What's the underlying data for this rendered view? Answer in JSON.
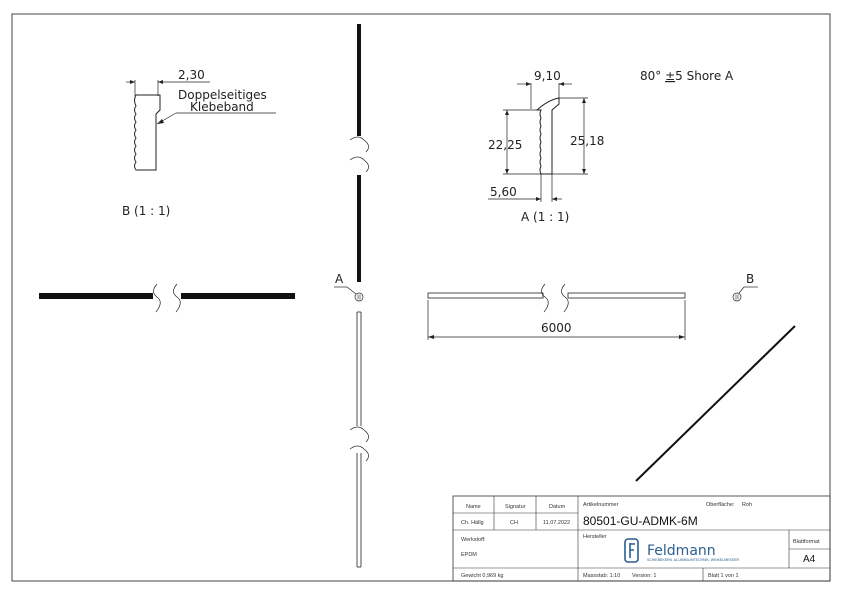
{
  "views": {
    "detail_b": {
      "dimension": "2,30",
      "note_line1": "Doppelseitiges",
      "note_line2": "Klebeband",
      "label": "B (1 : 1)"
    },
    "detail_a": {
      "dim_top": "9,10",
      "dim_left": "22,25",
      "dim_right": "25,18",
      "dim_bottom": "5,60",
      "label": "A (1 : 1)",
      "hardness": "80° ",
      "hardness_pm": "±",
      "hardness_rest": "5 Shore A"
    },
    "marker_a": "A",
    "marker_b": "B",
    "length": "6000"
  },
  "title_block": {
    "col_name": "Name",
    "col_signature": "Signatur",
    "col_date": "Datum",
    "name_value": "Ch. Hällg",
    "signature_value": "CH",
    "date_value": "11.07.2022",
    "article_label": "Artikelnummer",
    "surface_label": "Oberfläche:",
    "surface_value": "Roh",
    "article_number": "80501-GU-ADMK-6M",
    "material_label": "Werkstoff:",
    "material_value": "EPDM",
    "manufacturer_label": "Hersteller",
    "brand_name": "Feldmann",
    "brand_tagline": "SCHIEBEKERN, ALUMINIUMTECHNIK, WINKELMESSER",
    "format_label": "Blattformat",
    "format_value": "A4",
    "weight": "Gewicht 0,969 kg",
    "scale": "Massstab: 1:10",
    "version": "Version: 1",
    "sheet": "Blatt 1 von 1"
  },
  "colors": {
    "line": "#222222",
    "brand": "#2a5f8f"
  }
}
